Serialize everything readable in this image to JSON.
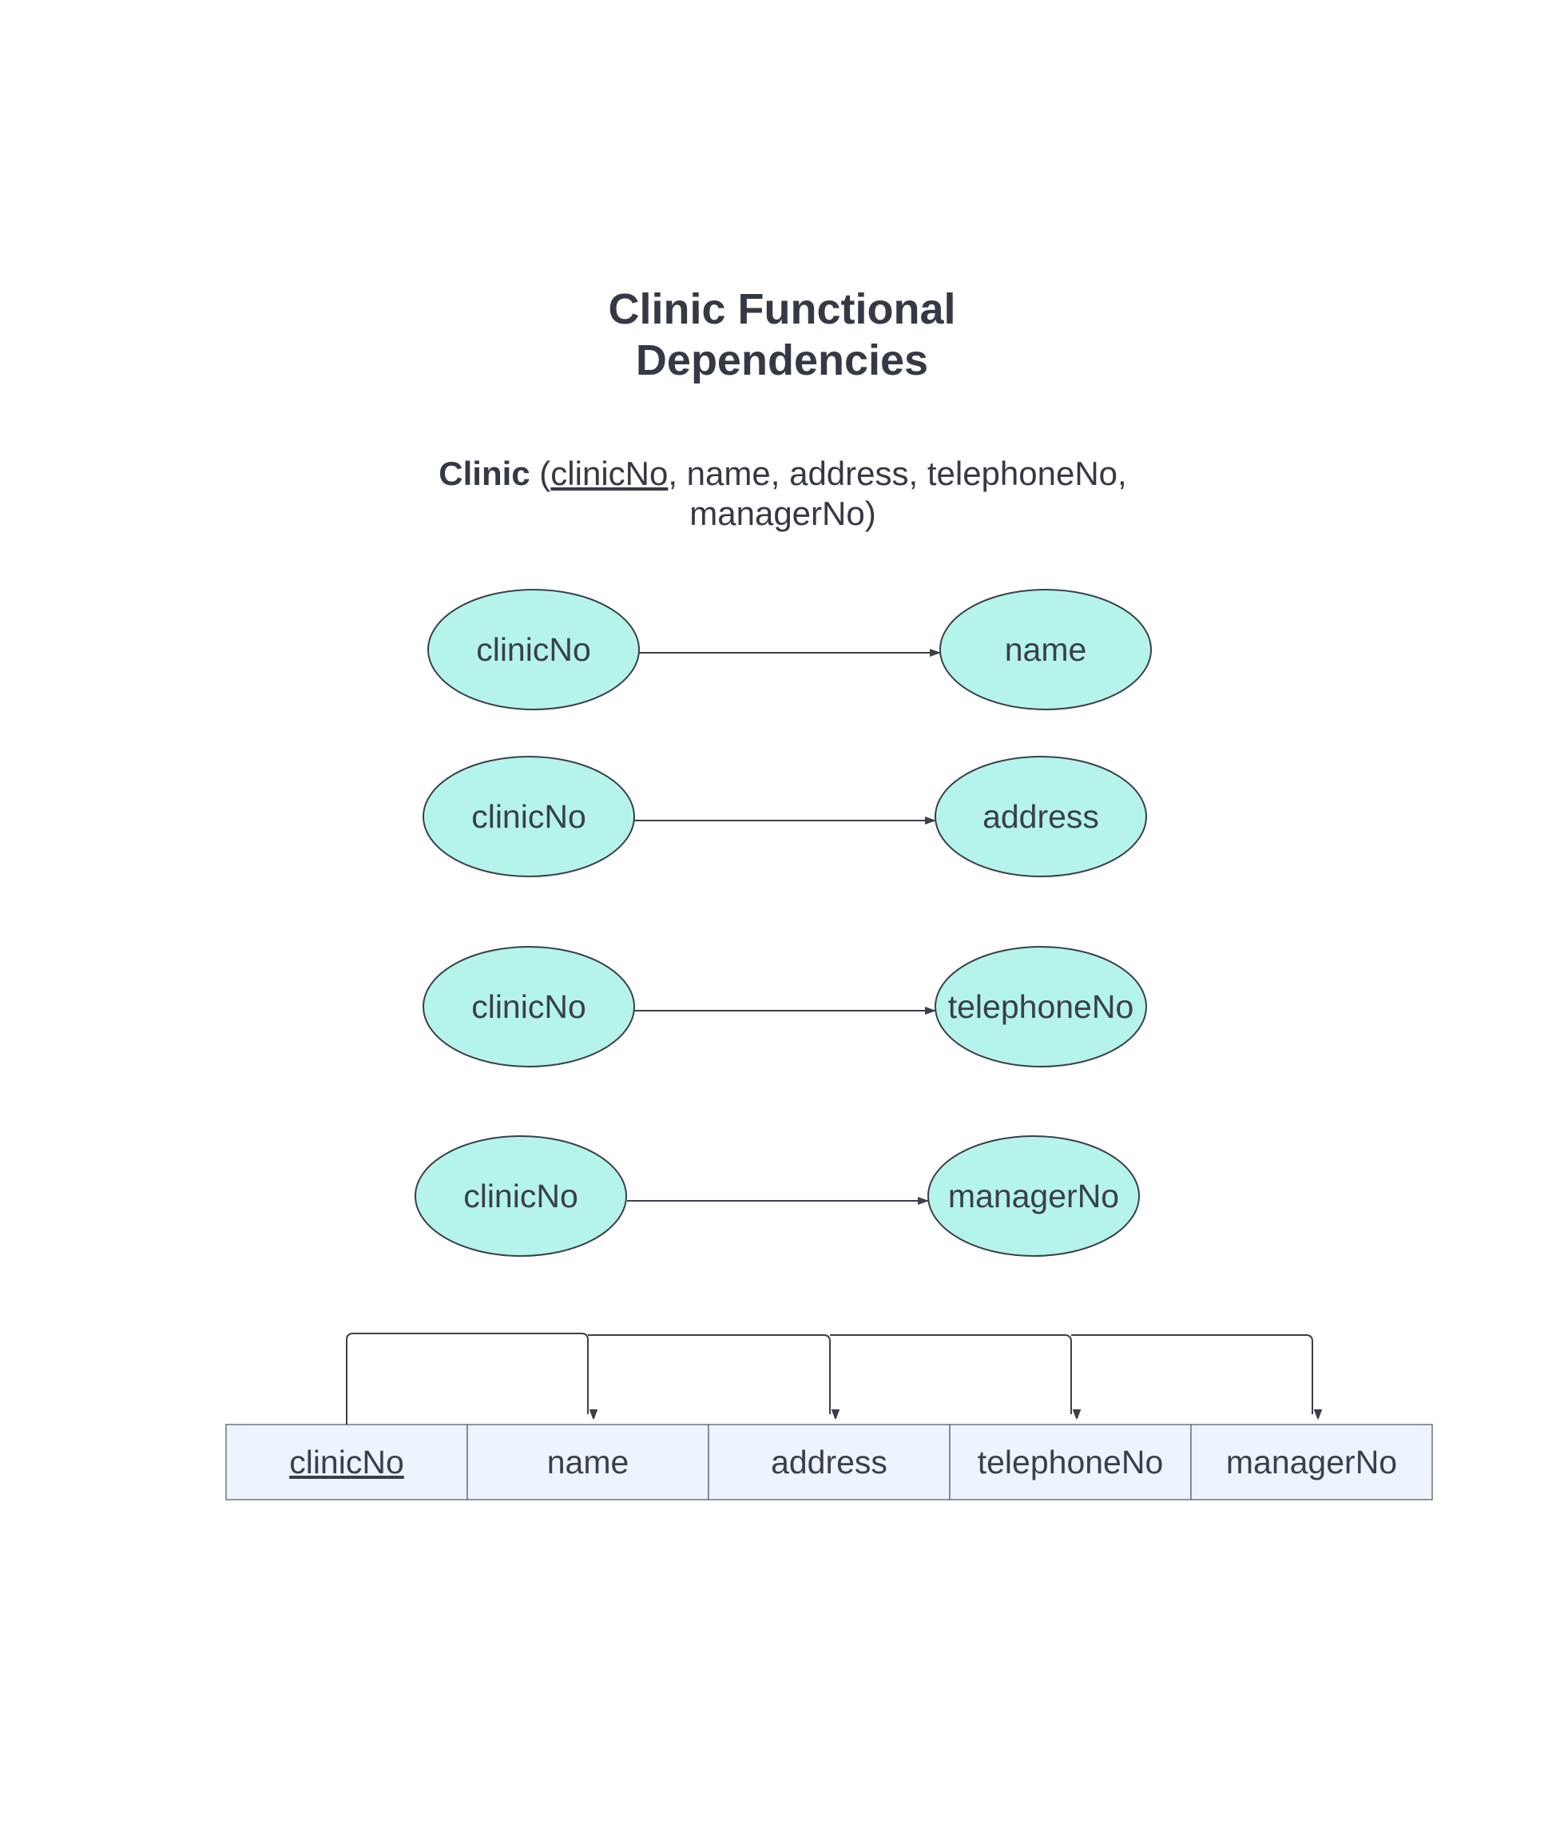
{
  "title": {
    "line1": "Clinic Functional",
    "line2": "Dependencies"
  },
  "schema": {
    "relation": "Clinic",
    "open": " (",
    "key": "clinicNo",
    "rest_line1": ", name, address, telephoneNo,",
    "rest_line2": "managerNo)"
  },
  "dependencies": [
    {
      "determinant": "clinicNo",
      "dependent": "name"
    },
    {
      "determinant": "clinicNo",
      "dependent": "address"
    },
    {
      "determinant": "clinicNo",
      "dependent": "telephoneNo"
    },
    {
      "determinant": "clinicNo",
      "dependent": "managerNo"
    }
  ],
  "table": {
    "columns": [
      "clinicNo",
      "name",
      "address",
      "telephoneNo",
      "managerNo"
    ],
    "primary_key": "clinicNo"
  },
  "colors": {
    "ellipse_fill": "#b5f4ea",
    "ellipse_stroke": "#3a3f4b",
    "table_fill": "#eef4fd",
    "table_stroke": "#6b7380",
    "line": "#3a3f4b",
    "text": "#343a45"
  }
}
